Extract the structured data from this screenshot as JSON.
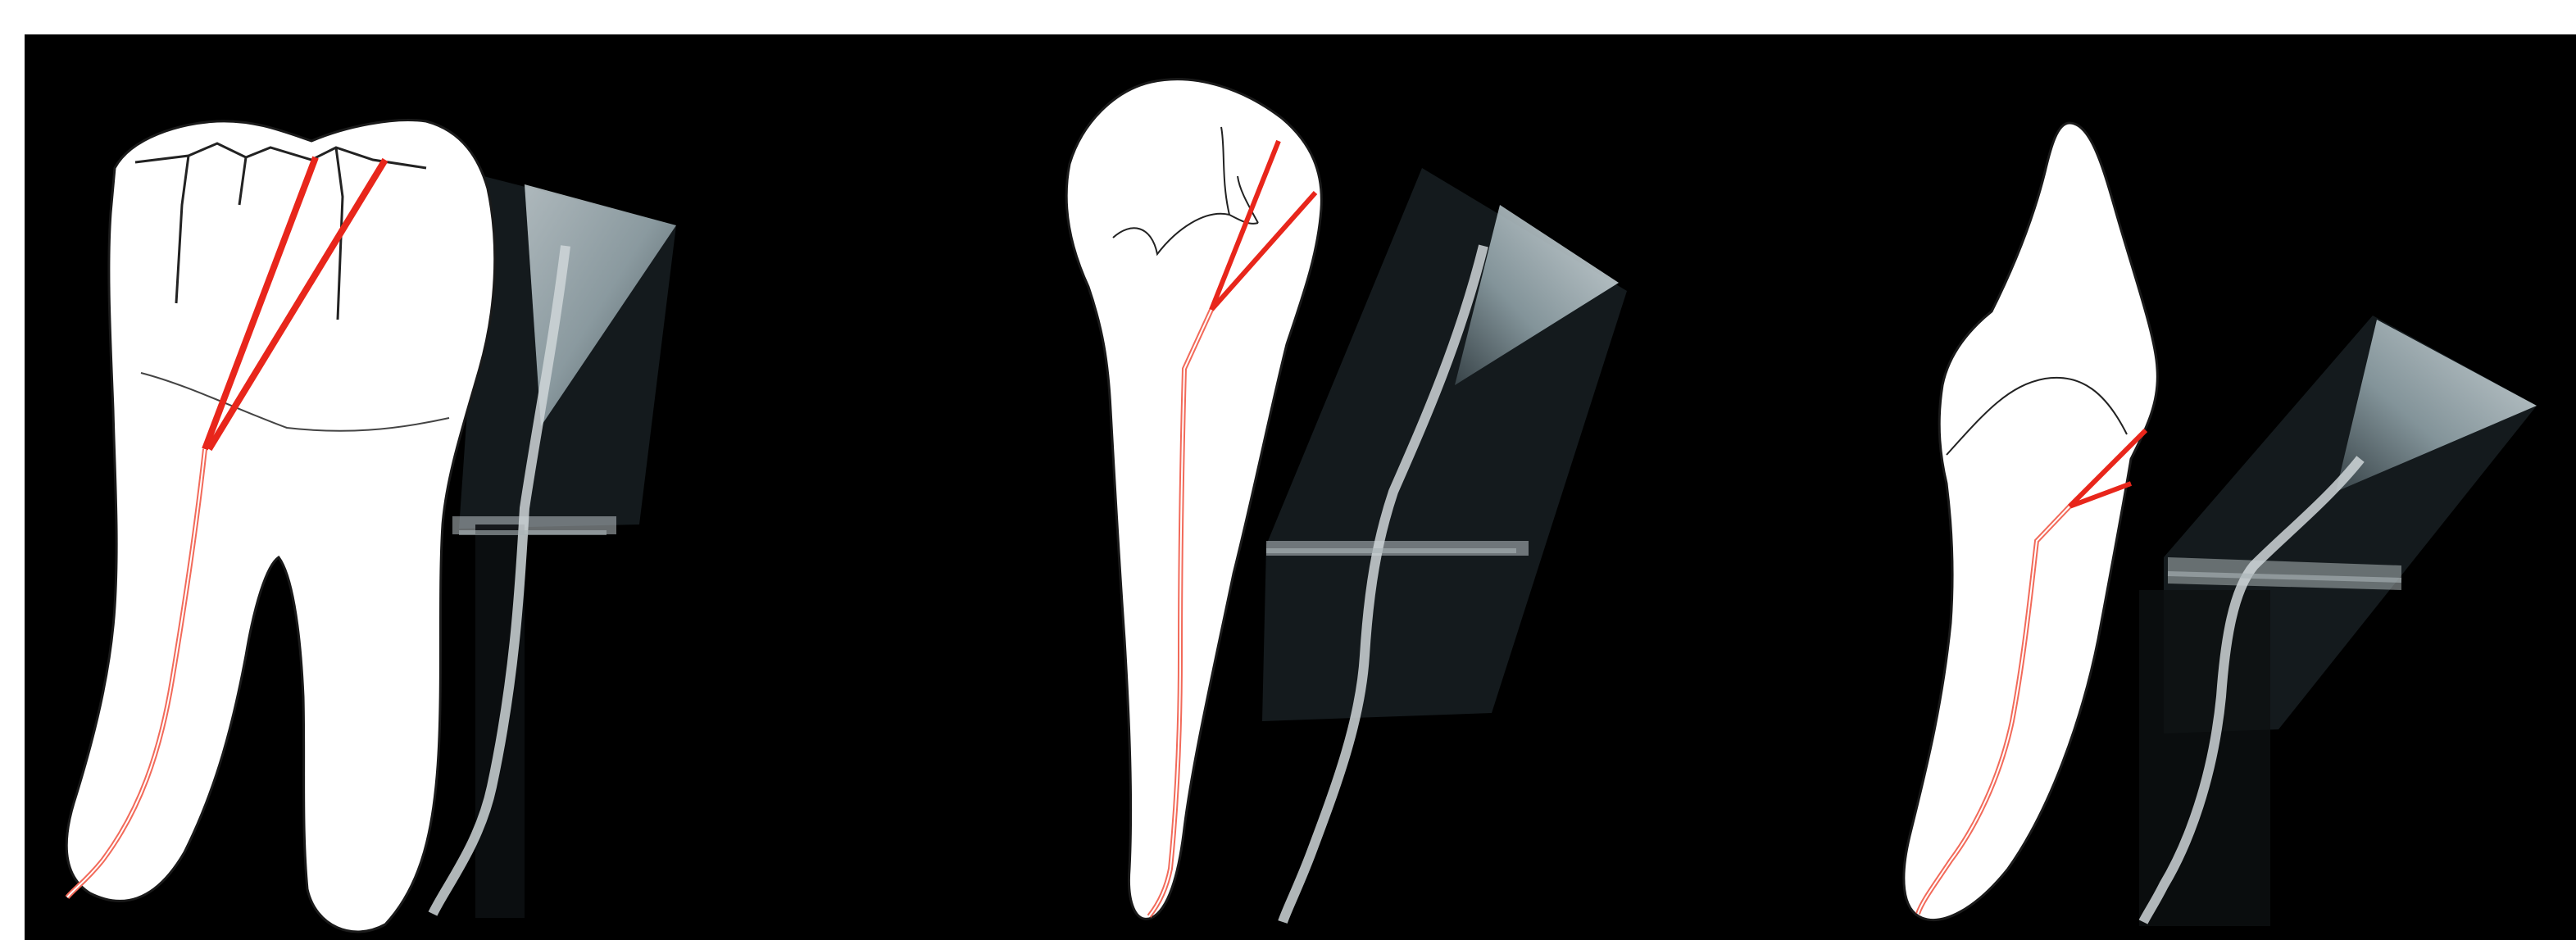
{
  "figure": {
    "panels": [
      {
        "id": "molar",
        "tooth": "molar"
      },
      {
        "id": "premolar",
        "tooth": "premolar"
      },
      {
        "id": "incisor",
        "tooth": "incisor"
      }
    ]
  },
  "colors": {
    "background": "#000000",
    "page": "#ffffff",
    "tooth_fill": "#ffffff",
    "tooth_outline": "#1a1a1a",
    "canal_red": "#e8261b",
    "canal_light": "#f26a5a",
    "block_dark": "#1c2226",
    "block_light": "#a9b7bc",
    "channel": "#cfd6d8"
  }
}
